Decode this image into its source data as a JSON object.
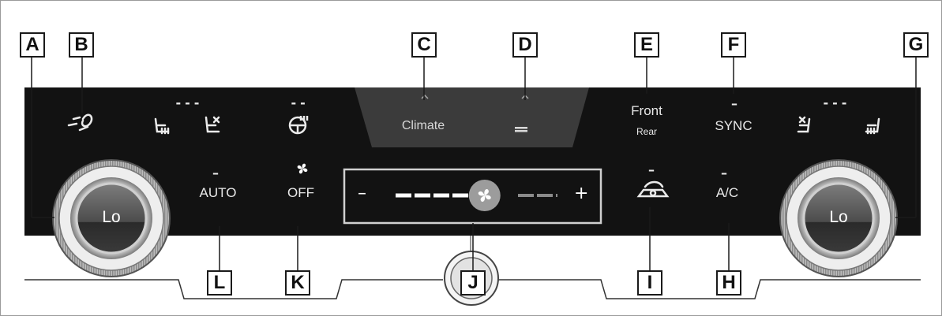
{
  "callouts": {
    "A": "A",
    "B": "B",
    "C": "C",
    "D": "D",
    "E": "E",
    "F": "F",
    "G": "G",
    "H": "H",
    "I": "I",
    "J": "J",
    "K": "K",
    "L": "L"
  },
  "panel": {
    "climate_label": "Climate",
    "seat_heater_left_indicator": "---",
    "steering_heater_indicator": "--",
    "seat_heater_right_indicator": "---",
    "front_label": "Front",
    "rear_label": "Rear",
    "sync_label": "SYNC",
    "auto_label": "AUTO",
    "off_label": "OFF",
    "ac_label": "A/C",
    "fan_minus": "–",
    "fan_plus": "+",
    "left_knob_value": "Lo",
    "right_knob_value": "Lo",
    "fan_level": 0.55
  },
  "icons": [
    "airflow-mode-icon",
    "seat-heater-icon",
    "seat-ventilation-icon",
    "steering-heater-icon",
    "menu-icon",
    "fan-icon",
    "recirculation-icon"
  ],
  "colors": {
    "panel_bg": "#121212",
    "display_bg": "#3a3a3a",
    "text": "#e9e9e9",
    "callout_border": "#1a1a1a"
  }
}
